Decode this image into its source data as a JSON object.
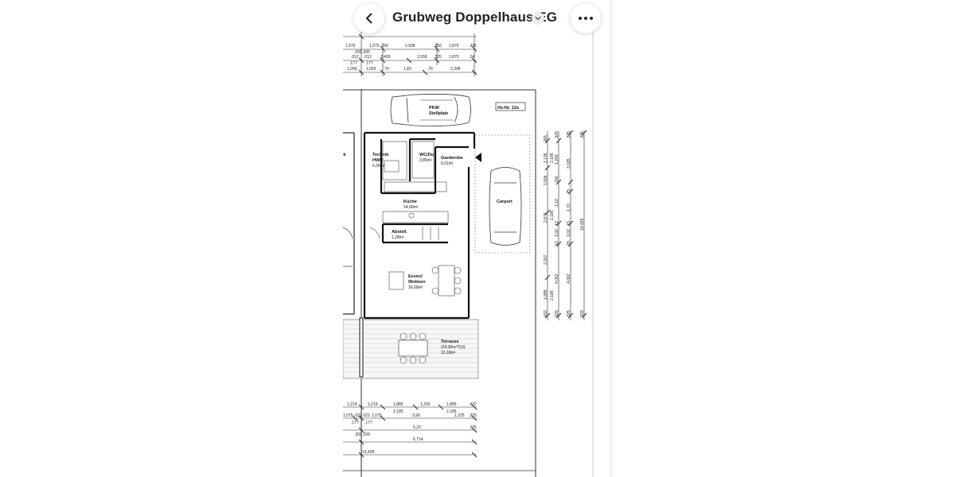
{
  "header": {
    "title": "Grubweg Doppelhaus EG",
    "back_icon": "chevron-left-icon",
    "title_menu_icon": "chevron-down-icon",
    "more_icon": "more-horizontal-icon"
  },
  "plan": {
    "house_number": "Hs-Nr. 12a",
    "parking_line1": "PKW",
    "parking_line2": "Stellplatz",
    "carport": "Carport",
    "partial_room_label": "ik",
    "rooms": [
      {
        "name": "Technik",
        "name2": "HWR",
        "area": "6,35m²"
      },
      {
        "name": "WC/Du",
        "area": "3,85m²"
      },
      {
        "name": "Garderobe",
        "area": "6,01m²"
      },
      {
        "name": "Küche",
        "area": "14,60m²"
      },
      {
        "name": "Abstell.",
        "area": "1,28m²"
      },
      {
        "name": "Essen/",
        "name2": "Wohnen",
        "area": "26,69m²"
      },
      {
        "name": "Terrasse",
        "name2": "(24,36m²*0,5)",
        "area": "12,18m²"
      }
    ],
    "top_dimensions": {
      "row0": [
        "1,075",
        "1,075",
        "2,938",
        "1,875"
      ],
      "row1": [
        ".205",
        ".205",
        "2,455",
        "1,558",
        "1,875"
      ],
      "row2": [
        ".177",
        ".177",
        ".012",
        ".012",
        "1,056",
        "1,056",
        ".76",
        "1,83",
        ".76",
        "2,308"
      ],
      "small": [
        ".156",
        ".156",
        ".325",
        ".325",
        ".24"
      ]
    },
    "bottom_dimensions": {
      "row0": [
        "1,219",
        "1,219",
        "1,885",
        "1,293",
        "1,885",
        ".432"
      ],
      "row0_sub": [
        "2,185",
        "2,185"
      ],
      "row1": [
        "1,075",
        ".022",
        ".022",
        "1,075",
        "3,90",
        "1,225",
        ".325"
      ],
      "row2": [
        ".177",
        ".177"
      ],
      "row3": [
        "6,20",
        ".325"
      ],
      "row4": [
        ".209",
        ".209",
        "6,714"
      ],
      "row5": [
        "13,428"
      ]
    },
    "right_dimensions": {
      "chain_a": [
        ".365",
        "1,135",
        "1,556",
        "2,875",
        "2,207",
        "1,885",
        ".432"
      ],
      "chain_b": [
        "2,185",
        "2,185",
        "1,02",
        "2,185"
      ],
      "chain_c": [
        ".325",
        "1,265",
        ".156",
        "2,10",
        ".12",
        "1,02",
        ".12",
        "4,062",
        ".325"
      ],
      "chain_d": [
        ".325",
        "3,185",
        ".25",
        "1,70",
        ".15",
        "1,02",
        ".15",
        "4,062",
        ".325"
      ],
      "total": "10,425"
    }
  }
}
